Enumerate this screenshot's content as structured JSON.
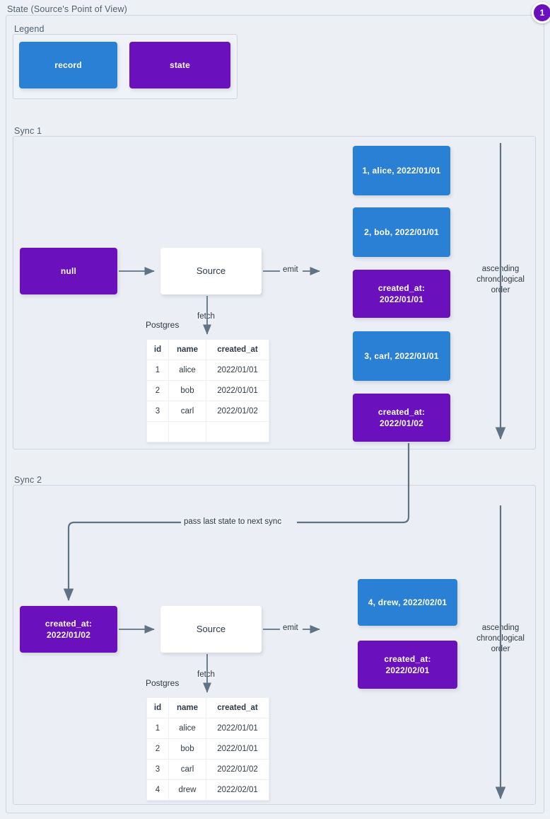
{
  "diagram": {
    "title": "State (Source's Point of View)",
    "badge": "1",
    "colors": {
      "record": "#2a80d4",
      "state": "#6b10bd",
      "edge": "#5f7384",
      "background": "#edf0f4",
      "frame_border": "#ccd6e2"
    }
  },
  "legend": {
    "title": "Legend",
    "items": [
      {
        "label": "record",
        "kind": "record"
      },
      {
        "label": "state",
        "kind": "state"
      }
    ]
  },
  "sync1": {
    "title": "Sync 1",
    "state_in": "null",
    "source": "Source",
    "fetch_label": "fetch",
    "db_label": "Postgres",
    "emit_label": "emit",
    "order_label": "ascending\nchronological\norder",
    "order_line1": "ascending",
    "order_line2": "chronological",
    "order_line3": "order",
    "table": {
      "columns": [
        "id",
        "name",
        "created_at"
      ],
      "rows": [
        [
          "1",
          "alice",
          "2022/01/01"
        ],
        [
          "2",
          "bob",
          "2022/01/01"
        ],
        [
          "3",
          "carl",
          "2022/01/02"
        ],
        [
          "",
          "",
          ""
        ]
      ]
    },
    "emitted": [
      {
        "kind": "record",
        "text": "1, alice, 2022/01/01"
      },
      {
        "kind": "record",
        "text": "2, bob, 2022/01/01"
      },
      {
        "kind": "state",
        "line1": "created_at:",
        "line2": "2022/01/01"
      },
      {
        "kind": "record",
        "text": "3, carl, 2022/01/01"
      },
      {
        "kind": "state",
        "line1": "created_at:",
        "line2": "2022/01/02"
      }
    ]
  },
  "pass_state_label": "pass last state to next sync",
  "sync2": {
    "title": "Sync 2",
    "state_in_line1": "created_at:",
    "state_in_line2": "2022/01/02",
    "source": "Source",
    "fetch_label": "fetch",
    "db_label": "Postgres",
    "emit_label": "emit",
    "order_line1": "ascending",
    "order_line2": "chronological",
    "order_line3": "order",
    "table": {
      "columns": [
        "id",
        "name",
        "created_at"
      ],
      "rows": [
        [
          "1",
          "alice",
          "2022/01/01"
        ],
        [
          "2",
          "bob",
          "2022/01/01"
        ],
        [
          "3",
          "carl",
          "2022/01/02"
        ],
        [
          "4",
          "drew",
          "2022/02/01"
        ]
      ]
    },
    "emitted": [
      {
        "kind": "record",
        "text": "4, drew, 2022/02/01"
      },
      {
        "kind": "state",
        "line1": "created_at:",
        "line2": "2022/02/01"
      }
    ]
  }
}
